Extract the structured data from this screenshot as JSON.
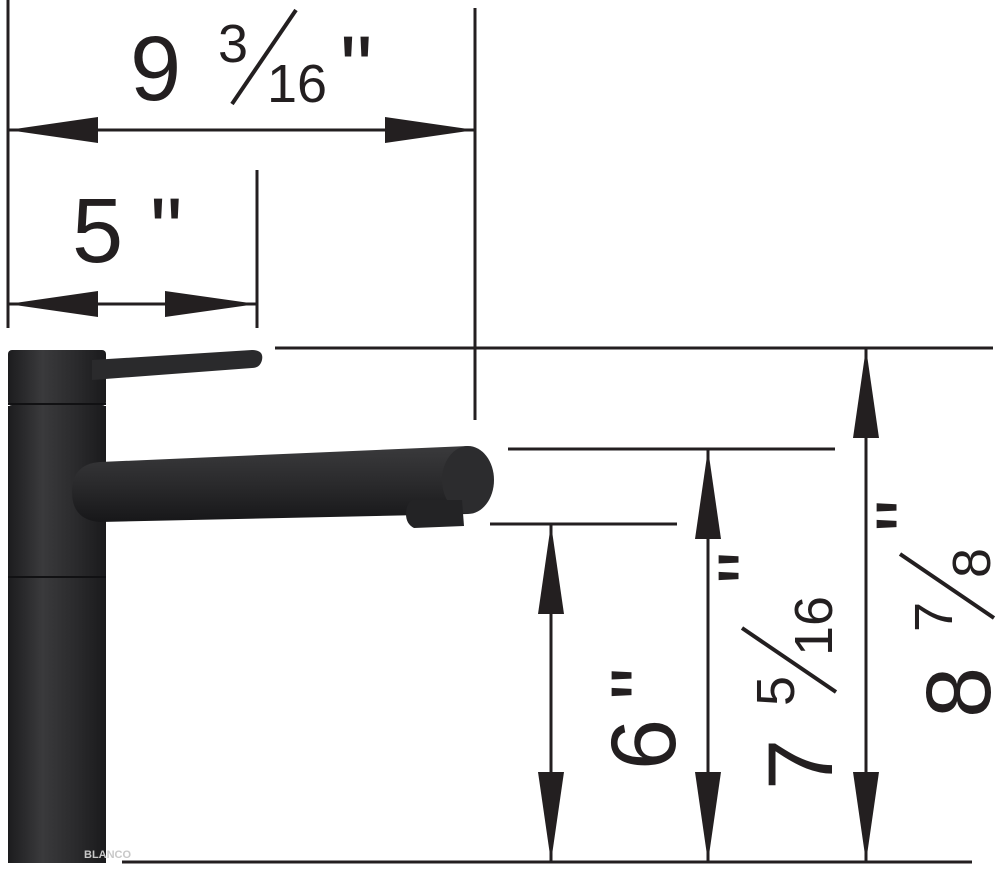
{
  "dimensions": {
    "overall_reach": {
      "whole": "9",
      "numerator": "3",
      "denominator": "16",
      "unit": "\""
    },
    "base_to_handle": {
      "whole": "5",
      "unit": "\""
    },
    "spout_outlet_height": {
      "whole": "6",
      "unit": "\""
    },
    "spout_top_height": {
      "whole": "7",
      "numerator": "5",
      "denominator": "16",
      "unit": "\""
    },
    "overall_height": {
      "whole": "8",
      "numerator": "7",
      "denominator": "8",
      "unit": "\""
    }
  },
  "faucet": {
    "brand": "BLANCO",
    "finish_color": "#262628"
  },
  "colors": {
    "line": "#231f20",
    "background": "#ffffff"
  }
}
